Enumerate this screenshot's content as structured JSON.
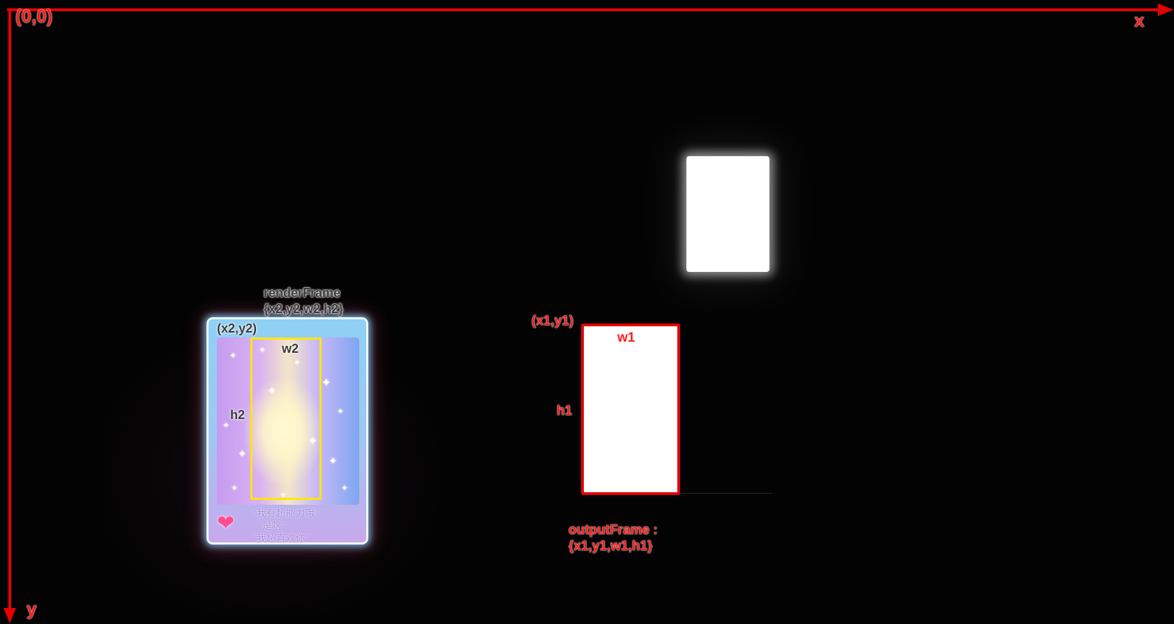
{
  "axes": {
    "origin_label": "(0,0)",
    "x_label": "x",
    "y_label": "y",
    "color": "#e60000"
  },
  "render_frame": {
    "title": "renderFrame",
    "tuple": "{x2,y2,w2,h2}",
    "origin_label": "(x2,y2)",
    "width_label": "w2",
    "height_label": "h2",
    "frame_color": "#ffe600"
  },
  "output_frame": {
    "title": "outputFrame :",
    "tuple": "{x1,y1,w1,h1}",
    "origin_label": "(x1,y1)",
    "width_label": "w1",
    "height_label": "h1",
    "frame_color": "#e60000"
  },
  "sticker": {
    "caption_lines": [
      "“我有超能力哦”",
      "“是啥”",
      "“我超喜欢你”"
    ],
    "heart_icon": "heart-icon"
  }
}
